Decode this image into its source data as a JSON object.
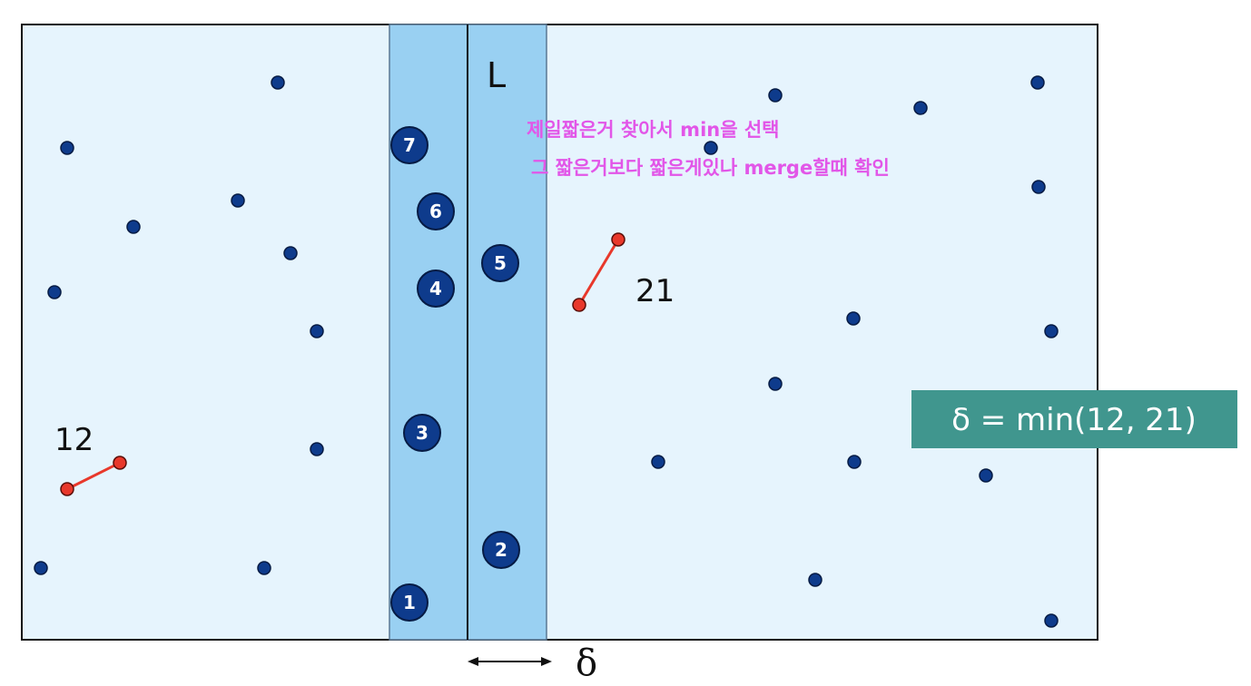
{
  "diagram": {
    "line_label": "L",
    "delta_symbol": "δ",
    "formula": "δ = min(12, 21)",
    "note_line1": "제일짧은거 찾아서 min을 선택",
    "note_line2": "그 짧은거보다 짧은게있나 merge할때 확인",
    "left_pair_label": "12",
    "right_pair_label": "21",
    "strip_points": [
      "1",
      "2",
      "3",
      "4",
      "5",
      "6",
      "7"
    ]
  },
  "colors": {
    "background": "#e6f4fd",
    "strip": "#99d0f2",
    "point": "#0e3b8c",
    "closest_pair": "#e8382b",
    "note": "#e256e8",
    "formula_box": "#40968e"
  }
}
